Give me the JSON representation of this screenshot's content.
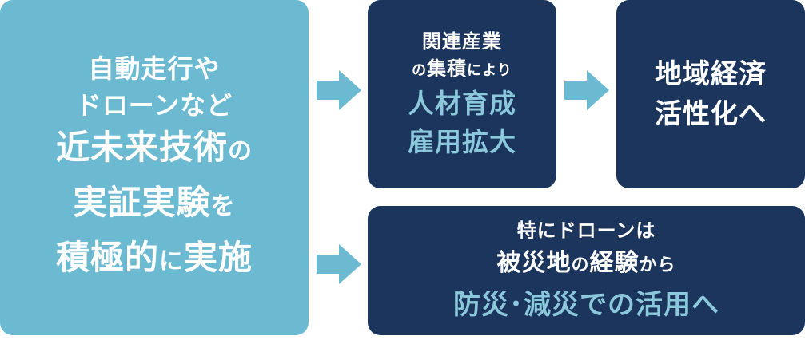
{
  "colors": {
    "light_box": "#6bbad2",
    "dark_box": "#1b355c",
    "accent_text": "#8cc8dc",
    "arrow": "#6bbad2"
  },
  "left_box": {
    "line1": "自動走行や",
    "line2": "ドローンなど",
    "line3a": "近未来技術",
    "line3b": "の",
    "line4a": "実証実験",
    "line4b": "を",
    "line5a": "積極的",
    "line5b": "に",
    "line5c": "実施"
  },
  "industry_box": {
    "line1": "関連産業",
    "line2a": "の",
    "line2b": "集積",
    "line2c": "により",
    "line3": "人材育成",
    "line4": "雇用拡大"
  },
  "economy_box": {
    "line1": "地域経済",
    "line2": "活性化へ"
  },
  "drone_box": {
    "line1": "特にドローンは",
    "line2a": "被災地",
    "line2b": "の",
    "line2c": "経験",
    "line2d": "から",
    "line3": "防災･減災での活用へ"
  },
  "icons": {
    "arrow_1": "right-arrow-icon",
    "arrow_2": "right-arrow-icon",
    "arrow_3": "right-arrow-icon"
  }
}
